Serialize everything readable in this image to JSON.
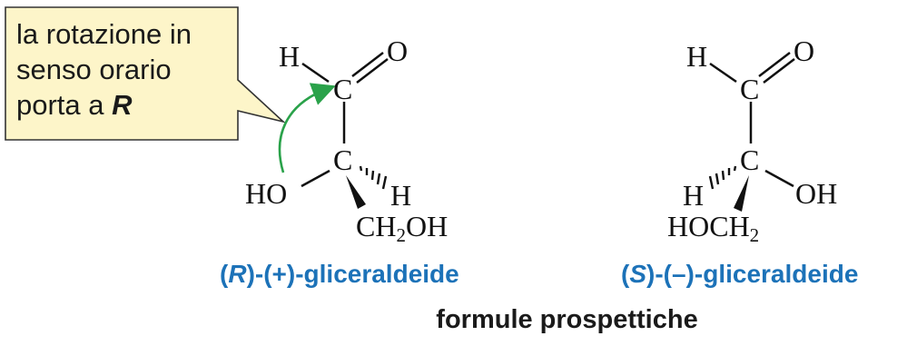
{
  "callout": {
    "line1": "la rotazione in",
    "line2": "senso orario",
    "line3_prefix": "porta a ",
    "line3_emphasis": "R",
    "background_color": "#fdf5c9",
    "arrow_color": "#2aa24a"
  },
  "molecule_r": {
    "top_h": "H",
    "top_o": "O",
    "carbonyl_c": "C",
    "center_c": "C",
    "left_group": "HO",
    "right_group": "H",
    "bottom_group_main": "CH",
    "bottom_group_sub": "2",
    "bottom_group_tail": "OH",
    "name_open": "(",
    "name_letter": "R",
    "name_rest": ")-(+)-gliceraldeide"
  },
  "molecule_s": {
    "top_h": "H",
    "top_o": "O",
    "carbonyl_c": "C",
    "center_c": "C",
    "left_group": "H",
    "right_group": "OH",
    "bottom_group_main": "HOCH",
    "bottom_group_sub": "2",
    "name_open": "(",
    "name_letter": "S",
    "name_rest": ")-(–)-gliceraldeide"
  },
  "footer": {
    "label": "formule prospettiche"
  },
  "colors": {
    "name_blue": "#1c72b8",
    "arrow_green": "#2aa24a"
  }
}
